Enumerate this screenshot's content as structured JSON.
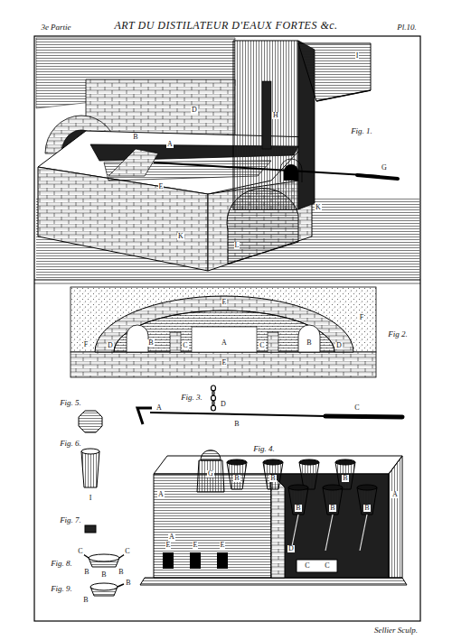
{
  "diagram": {
    "title": "ART DU DISTILATEUR D'EAUX FORTES &c.",
    "labels": [
      "3e Partie",
      "Pl.10.",
      "I",
      "D",
      "H",
      "B",
      "A",
      "E",
      "G",
      "K",
      "K",
      "L",
      "Fig. 1.",
      "E",
      "F",
      "F",
      "D",
      "B",
      "C",
      "A",
      "C",
      "B",
      "D",
      "E",
      "Fig 2.",
      "A",
      "B",
      "C",
      "D",
      "Fig. 3.",
      "Fig. 5.",
      "Fig. 6.",
      "I",
      "Fig. 7.",
      "C",
      "C",
      "B",
      "B",
      "B",
      "Fig. 8.",
      "B",
      "B",
      "Fig. 9.",
      "Fig. 4.",
      "G",
      "A",
      "A",
      "A",
      "B",
      "B",
      "B",
      "B",
      "B",
      "B",
      "C",
      "C",
      "D",
      "E",
      "E",
      "E",
      "Sellier Sculp."
    ]
  }
}
